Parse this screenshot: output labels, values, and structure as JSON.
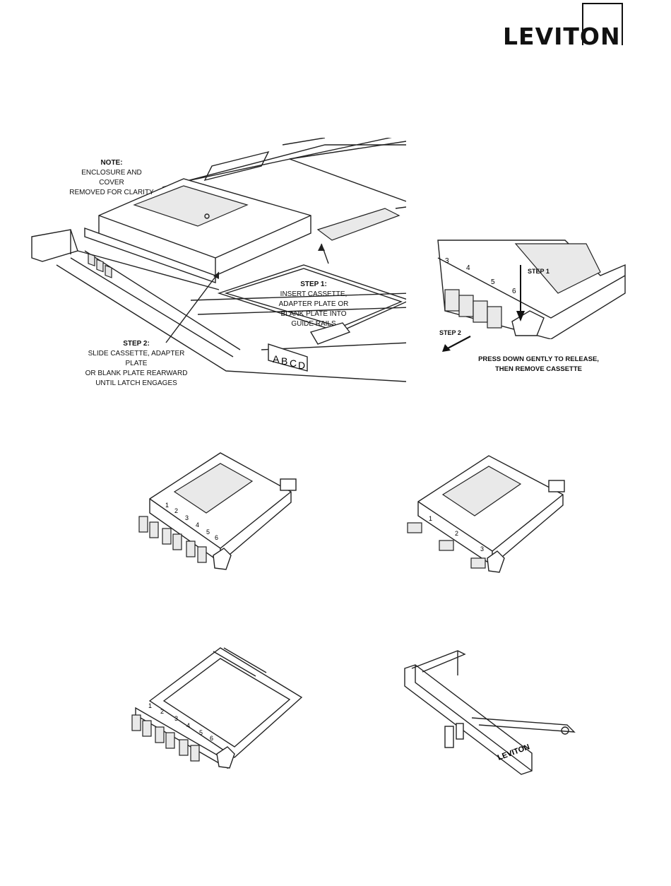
{
  "brand": {
    "logo_text": "LEVITON"
  },
  "main_figure": {
    "note_title": "NOTE:",
    "note_line1": "ENCLOSURE AND COVER",
    "note_line2": "REMOVED FOR CLARITY",
    "step1_title": "STEP 1:",
    "step1_lines": [
      "INSERT CASSETTE,",
      "ADAPTER PLATE OR",
      "BLANK PLATE INTO",
      "GUIDE RAILS"
    ],
    "step2_title": "STEP 2:",
    "step2_lines": [
      "SLIDE CASSETTE, ADAPTER PLATE",
      "OR BLANK PLATE REARWARD",
      "UNTIL LATCH ENGAGES"
    ],
    "latch_letters": [
      "A",
      "B",
      "C",
      "D"
    ]
  },
  "release_figure": {
    "step1_label": "STEP 1",
    "step2_label": "STEP 2",
    "caption_line1": "PRESS DOWN GENTLY TO RELEASE,",
    "caption_line2": "THEN REMOVE CASSETTE",
    "port_numbers": [
      "3",
      "4",
      "5",
      "6"
    ]
  },
  "products": {
    "cassette_ports": [
      "1",
      "2",
      "3",
      "4",
      "5",
      "6"
    ],
    "mtp_cassette_ports": [
      "1",
      "2",
      "3"
    ],
    "blank_plate_brand": "LEVITON"
  }
}
